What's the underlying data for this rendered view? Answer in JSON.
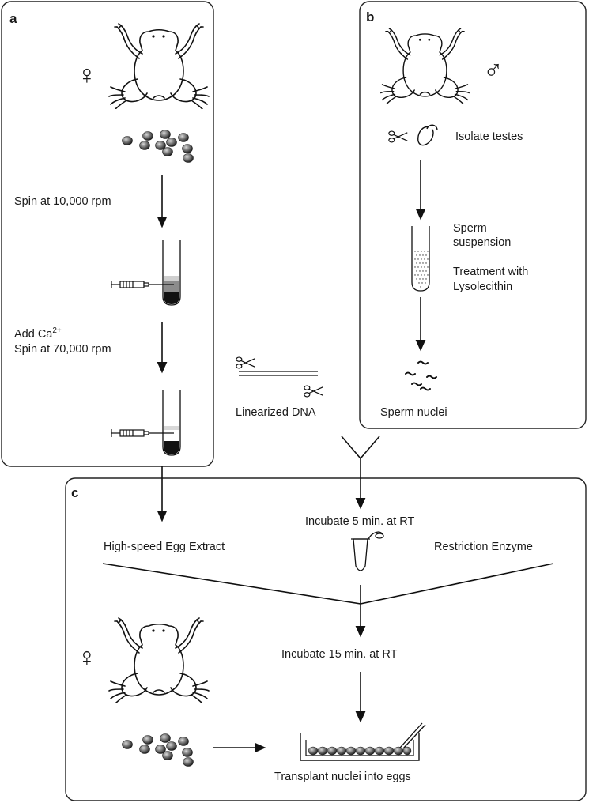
{
  "panels": {
    "a": {
      "letter": "a"
    },
    "b": {
      "letter": "b"
    },
    "c": {
      "letter": "c"
    }
  },
  "symbols": {
    "female": "♀",
    "male": "♂"
  },
  "panel_a": {
    "step1": "Spin at 10,000 rpm",
    "step2_prefix": "Add Ca",
    "step2_sup": "2+",
    "step2_line2": "Spin at 70,000 rpm"
  },
  "panel_b": {
    "isolate": "Isolate testes",
    "sperm_line1": "Sperm",
    "sperm_line2": "suspension",
    "treat_line1": "Treatment with",
    "treat_line2": "Lysolecithin",
    "nuclei": "Sperm nuclei"
  },
  "middle": {
    "dna": "Linearized DNA"
  },
  "panel_c": {
    "incubate5": "Incubate 5 min. at RT",
    "egg_extract": "High-speed Egg Extract",
    "enzyme": "Restriction Enzyme",
    "incubate15": "Incubate 15 min. at RT",
    "transplant": "Transplant nuclei into eggs"
  },
  "icons": [
    "frog-icon",
    "egg-icon",
    "centrifuge-tube-icon",
    "syringe-icon",
    "scissors-icon",
    "testes-icon",
    "sperm-nucleus-icon",
    "eppendorf-tube-icon",
    "petri-dish-icon",
    "dna-strand-icon"
  ]
}
